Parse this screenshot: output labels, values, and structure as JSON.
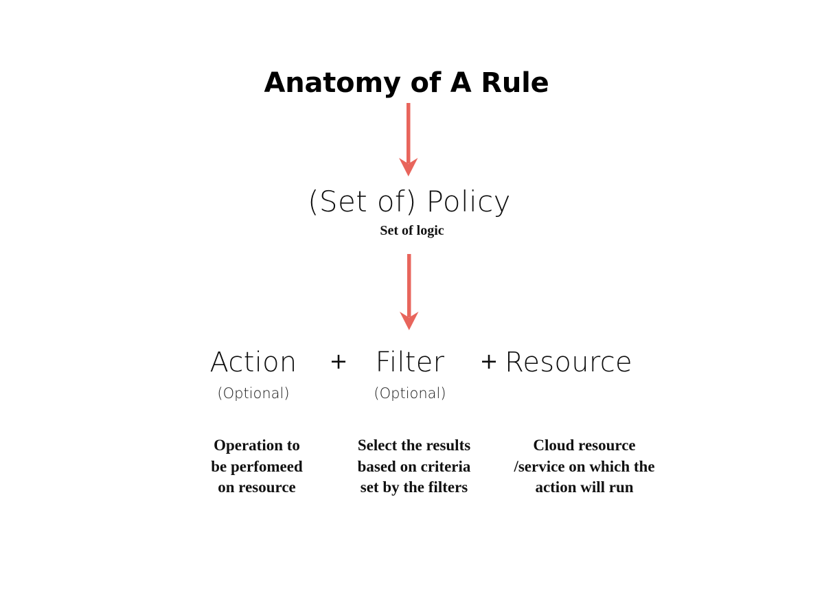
{
  "page": {
    "title": "Anatomy of A Rule",
    "background_color": "#FFFFFF",
    "text_color": "#111111",
    "accent_color": "#E8655C"
  },
  "diagram": {
    "type": "flow-diagram",
    "heading": "Anatomy of A Rule",
    "levels": [
      {
        "id": "policy",
        "name": "(Set of) Policy",
        "subtitle": "Set of logic"
      },
      {
        "id": "components",
        "operator": "+",
        "terms": [
          {
            "id": "action",
            "label": "Action",
            "optional_label": "(Optional)",
            "description_lines": [
              "Operation to",
              "be perfomeed",
              "on resource"
            ]
          },
          {
            "id": "filter",
            "label": "Filter",
            "optional_label": "(Optional)",
            "description_lines": [
              "Select the results",
              "based on criteria",
              "set by the filters"
            ]
          },
          {
            "id": "resource",
            "label": "Resource",
            "optional_label": "",
            "description_lines": [
              "Cloud resource",
              "/service on which the",
              "action will run"
            ]
          }
        ]
      }
    ],
    "connectors": [
      {
        "id": "arrow-title-to-policy",
        "name": "down-arrow-icon",
        "color": "#E8655C"
      },
      {
        "id": "arrow-policy-to-components",
        "name": "down-arrow-icon",
        "color": "#E8655C"
      }
    ]
  }
}
